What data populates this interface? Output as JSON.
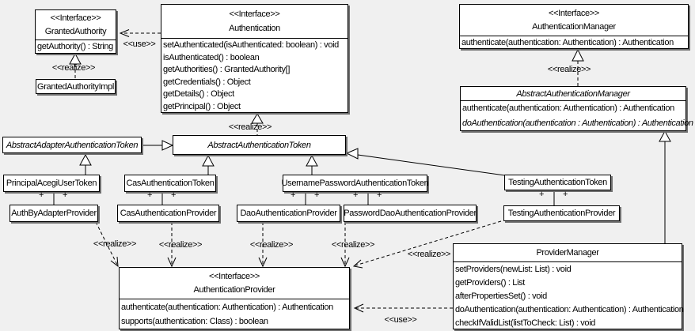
{
  "labels": {
    "use": "<<use>>",
    "realize": "<<realize>>",
    "plus": "+"
  },
  "colors": {
    "background": "#f0f0f0",
    "box_fill": "#ffffff",
    "line": "#000000",
    "shadow": "#6f6f6f"
  },
  "classes": {
    "granted_authority": {
      "stereotype": "<<Interface>>",
      "name": "GrantedAuthority",
      "methods": [
        "getAuthority() : String"
      ]
    },
    "granted_authority_impl": {
      "name": "GrantedAuthorityImpl"
    },
    "authentication": {
      "stereotype": "<<Interface>>",
      "name": "Authentication",
      "methods": [
        "setAuthenticated(isAuthenticated: boolean) : void",
        "isAuthenticated() : boolean",
        "getAuthorities() : GrantedAuthority[]",
        "getCredentials() : Object",
        "getDetails() : Object",
        "getPrincipal() : Object"
      ]
    },
    "authentication_manager": {
      "stereotype": "<<Interface>>",
      "name": "AuthenticationManager",
      "methods": [
        "authenticate(authentication: Authentication) : Authentication"
      ]
    },
    "abstract_authentication_manager": {
      "name": "AbstractAuthenticationManager",
      "methods": [
        "authenticate(authentication: Authentication) : Authentication",
        "doAuthentication(authentication : Authentication) : Authentication"
      ]
    },
    "abstract_adapter_authentication_token": {
      "name": "AbstractAdapterAuthenticationToken"
    },
    "abstract_authentication_token": {
      "name": "AbstractAuthenticationToken"
    },
    "principal_acegi_user_token": {
      "name": "PrincipalAcegiUserToken"
    },
    "cas_authentication_token": {
      "name": "CasAuthenticationToken"
    },
    "username_password_authentication_token": {
      "name": "UsernamePasswordAuthenticationToken"
    },
    "testing_authentication_token": {
      "name": "TestingAuthenticationToken"
    },
    "auth_by_adapter_provider": {
      "name": "AuthByAdapterProvider"
    },
    "cas_authentication_provider": {
      "name": "CasAuthenticationProvider"
    },
    "dao_authentication_provider": {
      "name": "DaoAuthenticationProvider"
    },
    "password_dao_authentication_provider": {
      "name": "PasswordDaoAuthenticationProvider"
    },
    "testing_authentication_provider": {
      "name": "TestingAuthenticationProvider"
    },
    "authentication_provider": {
      "stereotype": "<<Interface>>",
      "name": "AuthenticationProvider",
      "methods": [
        "authenticate(authentication: Authentication) : Authentication",
        "supports(authentication: Class) : boolean"
      ]
    },
    "provider_manager": {
      "name": "ProviderManager",
      "methods": [
        "setProviders(newList: List) : void",
        "getProviders() : List",
        "afterPropertiesSet() : void",
        "doAuthentication(authentication: Authentication) : Authentication",
        "checkIfValidList(listToCheck: List) : void"
      ]
    }
  }
}
